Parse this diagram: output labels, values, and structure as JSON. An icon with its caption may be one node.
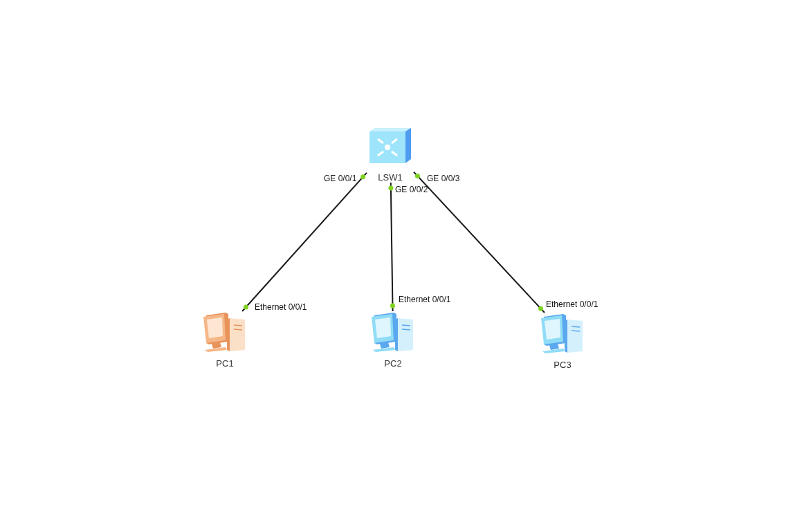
{
  "diagram": {
    "nodes": [
      {
        "text": [
          "LSW1"
        ]
      },
      {
        "text": [
          "PC1"
        ]
      },
      {
        "text": [
          "PC2"
        ]
      },
      {
        "text": [
          "PC3"
        ]
      }
    ],
    "edges": [
      {
        "from": 0,
        "to": 1,
        "arrow": "none"
      },
      {
        "from": 0,
        "to": 2,
        "arrow": "none"
      },
      {
        "from": 0,
        "to": 3,
        "arrow": "none"
      }
    ],
    "labels": [
      "GE 0/0/1",
      "GE 0/0/3",
      "GE 0/0/2",
      "Ethernet 0/0/1",
      "Ethernet 0/0/1",
      "Ethernet 0/0/1"
    ]
  }
}
